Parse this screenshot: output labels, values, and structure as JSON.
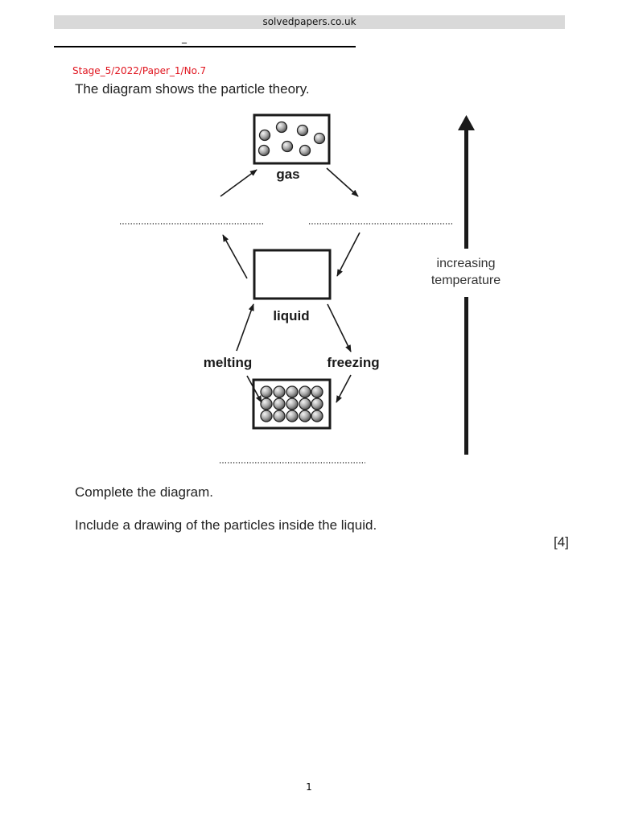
{
  "header": {
    "site": "solvedpapers.co.uk",
    "dash": "_"
  },
  "question_ref": "Stage_5/2022/Paper_1/No.7",
  "intro": "The diagram shows the particle theory.",
  "diagram": {
    "states": {
      "gas": "gas",
      "liquid": "liquid"
    },
    "processes": {
      "melting": "melting",
      "freezing": "freezing"
    },
    "axis_label_line1": "increasing",
    "axis_label_line2": "temperature"
  },
  "instructions": {
    "line1": "Complete the diagram.",
    "line2": "Include a drawing of the particles inside the liquid.",
    "marks": "[4]"
  },
  "page_number": "1"
}
